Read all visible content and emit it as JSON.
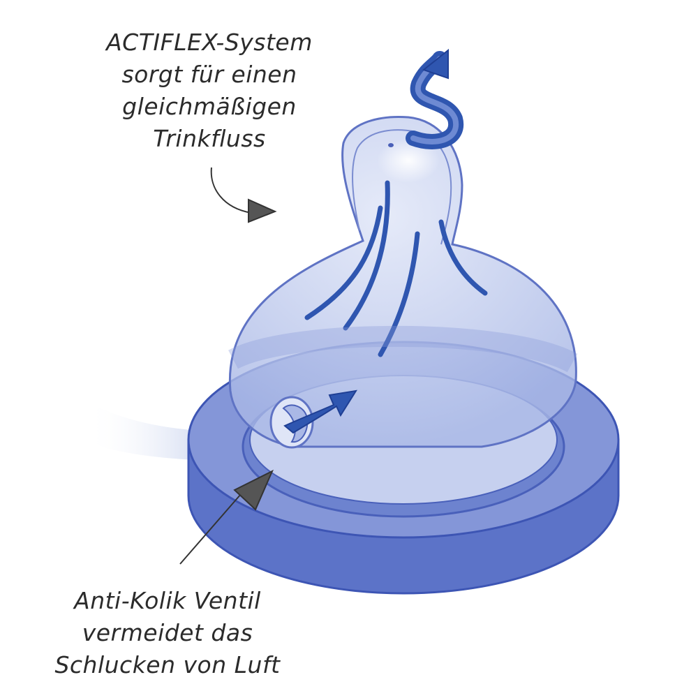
{
  "captions": {
    "actiflex": {
      "lines": [
        "ACTIFLEX-System",
        "sorgt für einen",
        "gleichmäßigen",
        "Trinkfluss"
      ]
    },
    "anti_colic": {
      "lines": [
        "Anti-Kolik Ventil",
        "vermeidet das",
        "Schlucken von Luft"
      ]
    }
  },
  "colors": {
    "nipple_fill": "#b7c4ea",
    "nipple_edge": "#5f73c4",
    "ring_fill": "#7f91d4",
    "ring_edge": "#3d55b4",
    "flow_arrow": "#2f56b0",
    "pointer_arrow": "#333333"
  }
}
